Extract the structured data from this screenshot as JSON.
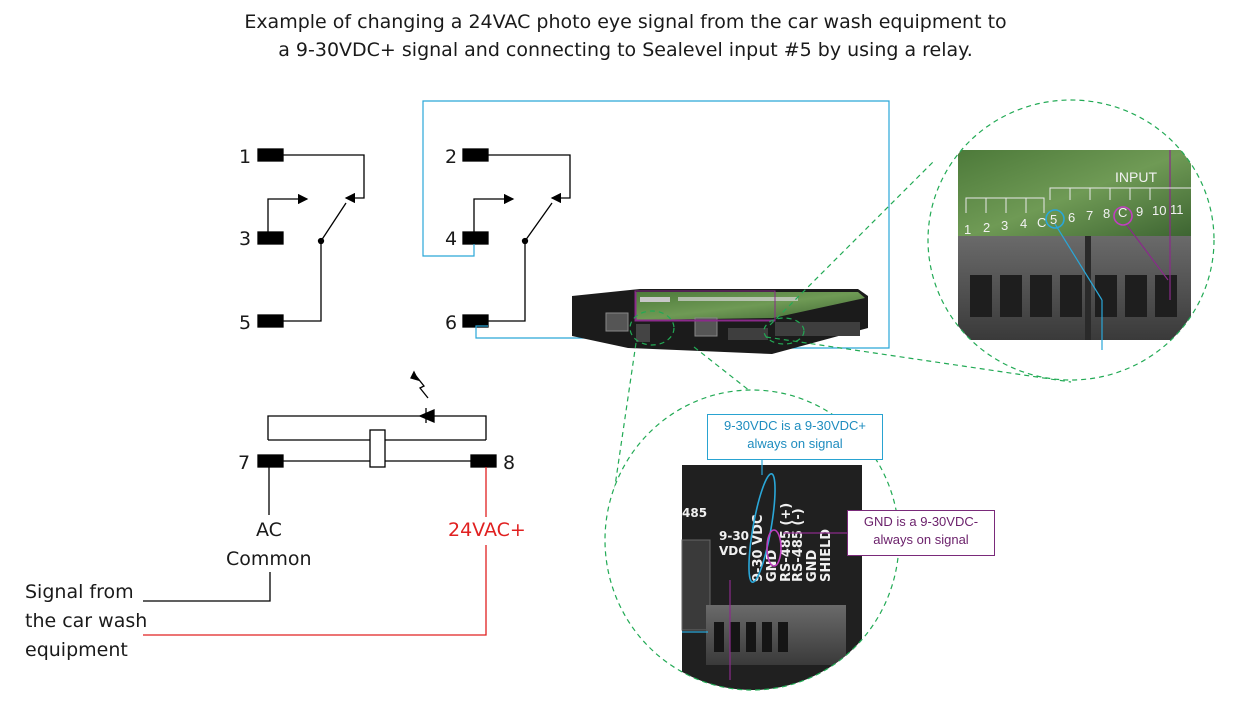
{
  "title": {
    "line1": "Example of changing a 24VAC photo eye signal from the car wash equipment to",
    "line2": "a 9-30VDC+ signal and connecting to Sealevel input #5 by using a relay."
  },
  "relay": {
    "pins": [
      "1",
      "2",
      "3",
      "4",
      "5",
      "6",
      "7",
      "8"
    ]
  },
  "labels": {
    "ac_common_1": "AC",
    "ac_common_2": "Common",
    "vac_plus": "24VAC+",
    "signal_1": "Signal from",
    "signal_2": "the car wash",
    "signal_3": "equipment"
  },
  "callouts": {
    "blue_1": "9-30VDC is a 9-30VDC+",
    "blue_2": "always on signal",
    "purple_1": "GND is a 9-30VDC-",
    "purple_2": "always on signal"
  },
  "zoom_top": {
    "header": "INPUT",
    "terminals": [
      "1",
      "2",
      "3",
      "4",
      "C",
      "5",
      "6",
      "7",
      "8",
      "C",
      "9",
      "10",
      "11"
    ]
  },
  "zoom_bottom": {
    "side_label": "485",
    "vdc_label_1": "9-30",
    "vdc_label_2": "VDC",
    "pins": [
      "9-30 VDC",
      "GND",
      "RS-485 (+)",
      "RS-485 (-)",
      "GND",
      "SHIELD"
    ]
  },
  "colors": {
    "blue_wire": "#2aa7d8",
    "purple_wire": "#8a2a8a",
    "red_wire": "#e02020",
    "dashed_circle": "#22aa55"
  }
}
